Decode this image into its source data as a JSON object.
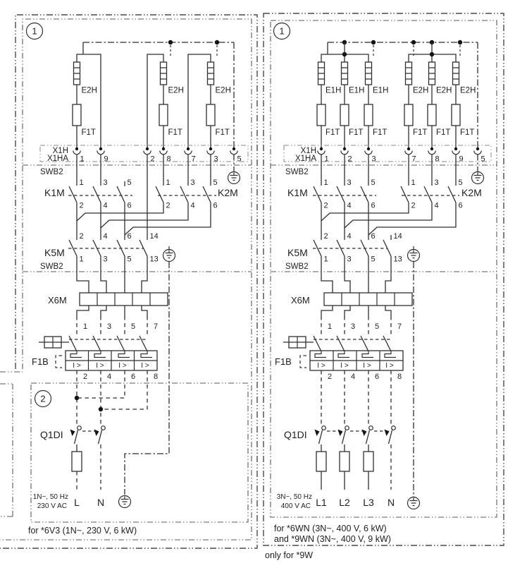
{
  "diagram": {
    "left": {
      "section1_badge": "1",
      "section2_badge": "2",
      "elements": [
        "E2H",
        "E2H",
        "E2H"
      ],
      "fuses": [
        "F1T",
        "F1T",
        "F1T"
      ],
      "terminal_block_row1": "X1H",
      "terminal_block_row2": "X1HA",
      "terminal_numbers": [
        "1",
        "9",
        "2",
        "8",
        "7",
        "3",
        "5"
      ],
      "swb2_top": "SWB2",
      "swb2_bottom": "SWB2",
      "k1m": "K1M",
      "k2m": "K2M",
      "k5m": "K5M",
      "k_contact_top": [
        "1",
        "3",
        "5",
        "1",
        "3",
        "5"
      ],
      "k_contact_bottom": [
        "2",
        "4",
        "6",
        "2",
        "4",
        "6"
      ],
      "k5m_contact_top": [
        "2",
        "4",
        "6",
        "14"
      ],
      "k5m_contact_bottom": [
        "1",
        "3",
        "5",
        "13"
      ],
      "x6m": "X6M",
      "f1b": "F1B",
      "f1b_inputs": [
        "1",
        "3",
        "5",
        "7"
      ],
      "f1b_cell": "I >",
      "f1b_outputs": [
        "2",
        "4",
        "6",
        "8"
      ],
      "q1di": "Q1DI",
      "supply_line1": "1N~, 50 Hz",
      "supply_line2": "230 V AC",
      "power_terminals": [
        "L",
        "N"
      ],
      "caption": "for *6V3 (1N~, 230 V, 6 kW)"
    },
    "right": {
      "section1_badge": "1",
      "elements": [
        "E1H",
        "E1H",
        "E1H",
        "E2H",
        "E2H",
        "E2H"
      ],
      "fuses": [
        "F1T",
        "F1T",
        "F1T",
        "F1T",
        "F1T",
        "F1T"
      ],
      "terminal_block_row1": "X1H",
      "terminal_block_row2": "X1HA",
      "terminal_numbers": [
        "1",
        "2",
        "3",
        "7",
        "8",
        "9",
        "5"
      ],
      "swb2_top": "SWB2",
      "swb2_bottom": "SWB2",
      "k1m": "K1M",
      "k2m": "K2M",
      "k5m": "K5M",
      "k_contact_top": [
        "1",
        "3",
        "5",
        "1",
        "3",
        "5"
      ],
      "k_contact_bottom": [
        "2",
        "4",
        "6",
        "2",
        "4",
        "6"
      ],
      "k5m_contact_top": [
        "2",
        "4",
        "6",
        "14"
      ],
      "k5m_contact_bottom": [
        "1",
        "3",
        "5",
        "13"
      ],
      "x6m": "X6M",
      "f1b": "F1B",
      "f1b_inputs": [
        "1",
        "3",
        "5",
        "7"
      ],
      "f1b_cell": "I >",
      "f1b_outputs": [
        "2",
        "4",
        "6",
        "8"
      ],
      "q1di": "Q1DI",
      "supply_line1": "3N~, 50 Hz",
      "supply_line2": "400 V AC",
      "power_terminals": [
        "L1",
        "L2",
        "L3",
        "N"
      ],
      "caption1": "for *6WN (3N~, 400 V, 6 kW)",
      "caption2": "and *9WN (3N~, 400 V, 9 kW)",
      "footnote": "only for *9W"
    }
  }
}
